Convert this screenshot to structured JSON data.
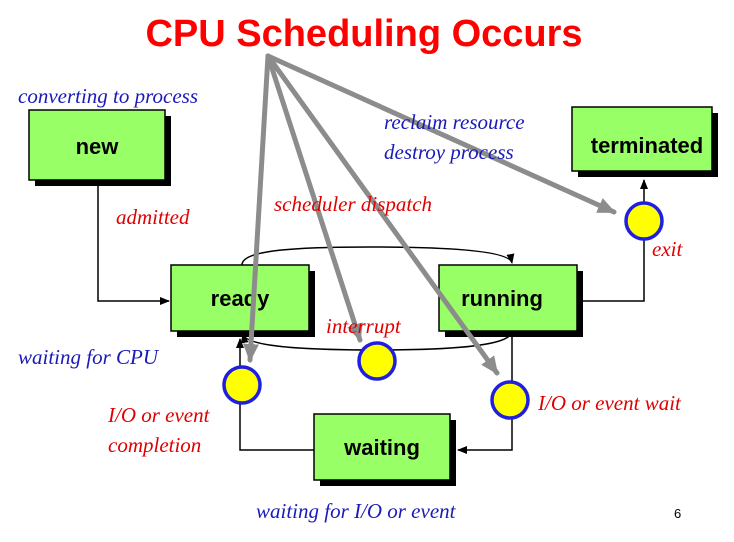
{
  "title": "CPU Scheduling Occurs",
  "states": {
    "new": "new",
    "ready": "ready",
    "running": "running",
    "waiting": "waiting",
    "terminated": "terminated"
  },
  "notes": {
    "converting": "converting to process",
    "reclaim": "reclaim resource",
    "destroy": "destroy process",
    "admitted": "admitted",
    "dispatch": "scheduler dispatch",
    "exit": "exit",
    "interrupt": "interrupt",
    "waiting_cpu": "waiting for CPU",
    "io_completion_1": "I/O or event",
    "io_completion_2": "completion",
    "io_wait": "I/O or event wait",
    "waiting_io": "waiting for I/O or event"
  },
  "page_number": "6",
  "colors": {
    "title": "#ff0000",
    "state_fill": "#99ff66",
    "note_blue": "#1a1ab8",
    "note_red": "#e00000",
    "pointer_gray": "#8c8c8c",
    "dot_fill": "#ffff00",
    "dot_ring": "#1f1fe0"
  }
}
